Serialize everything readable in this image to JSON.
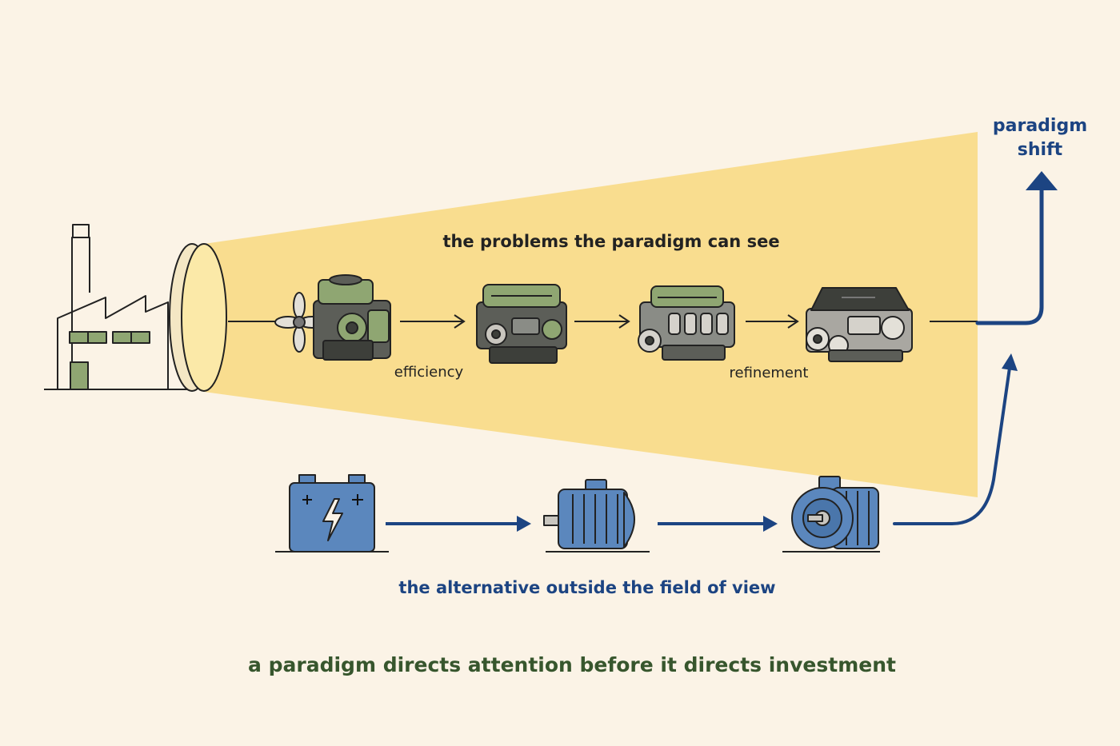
{
  "labels": {
    "visible_problems": "the problems the paradigm can see",
    "efficiency": "efficiency",
    "refinement": "refinement",
    "paradigm_shift_line1": "paradigm",
    "paradigm_shift_line2": "shift",
    "alternative": "the alternative outside the field of view",
    "caption": "a paradigm directs attention before it directs investment"
  },
  "colors": {
    "background": "#fbf3e6",
    "beam": "#f9dd8f",
    "navy": "#1c4482",
    "caption_green": "#37562d",
    "engine_green": "#8fa672",
    "engine_dark": "#3d3f3a",
    "electric_blue": "#5b87bd",
    "outline": "#222222"
  },
  "icons": {
    "factory": "factory-icon",
    "lens": "lens-icon",
    "engines": [
      "engine-icon-early",
      "engine-icon-compact",
      "engine-icon-refined",
      "engine-icon-modern"
    ],
    "battery": "battery-icon",
    "motor_side": "electric-motor-side-icon",
    "motor_front": "electric-motor-front-icon"
  }
}
